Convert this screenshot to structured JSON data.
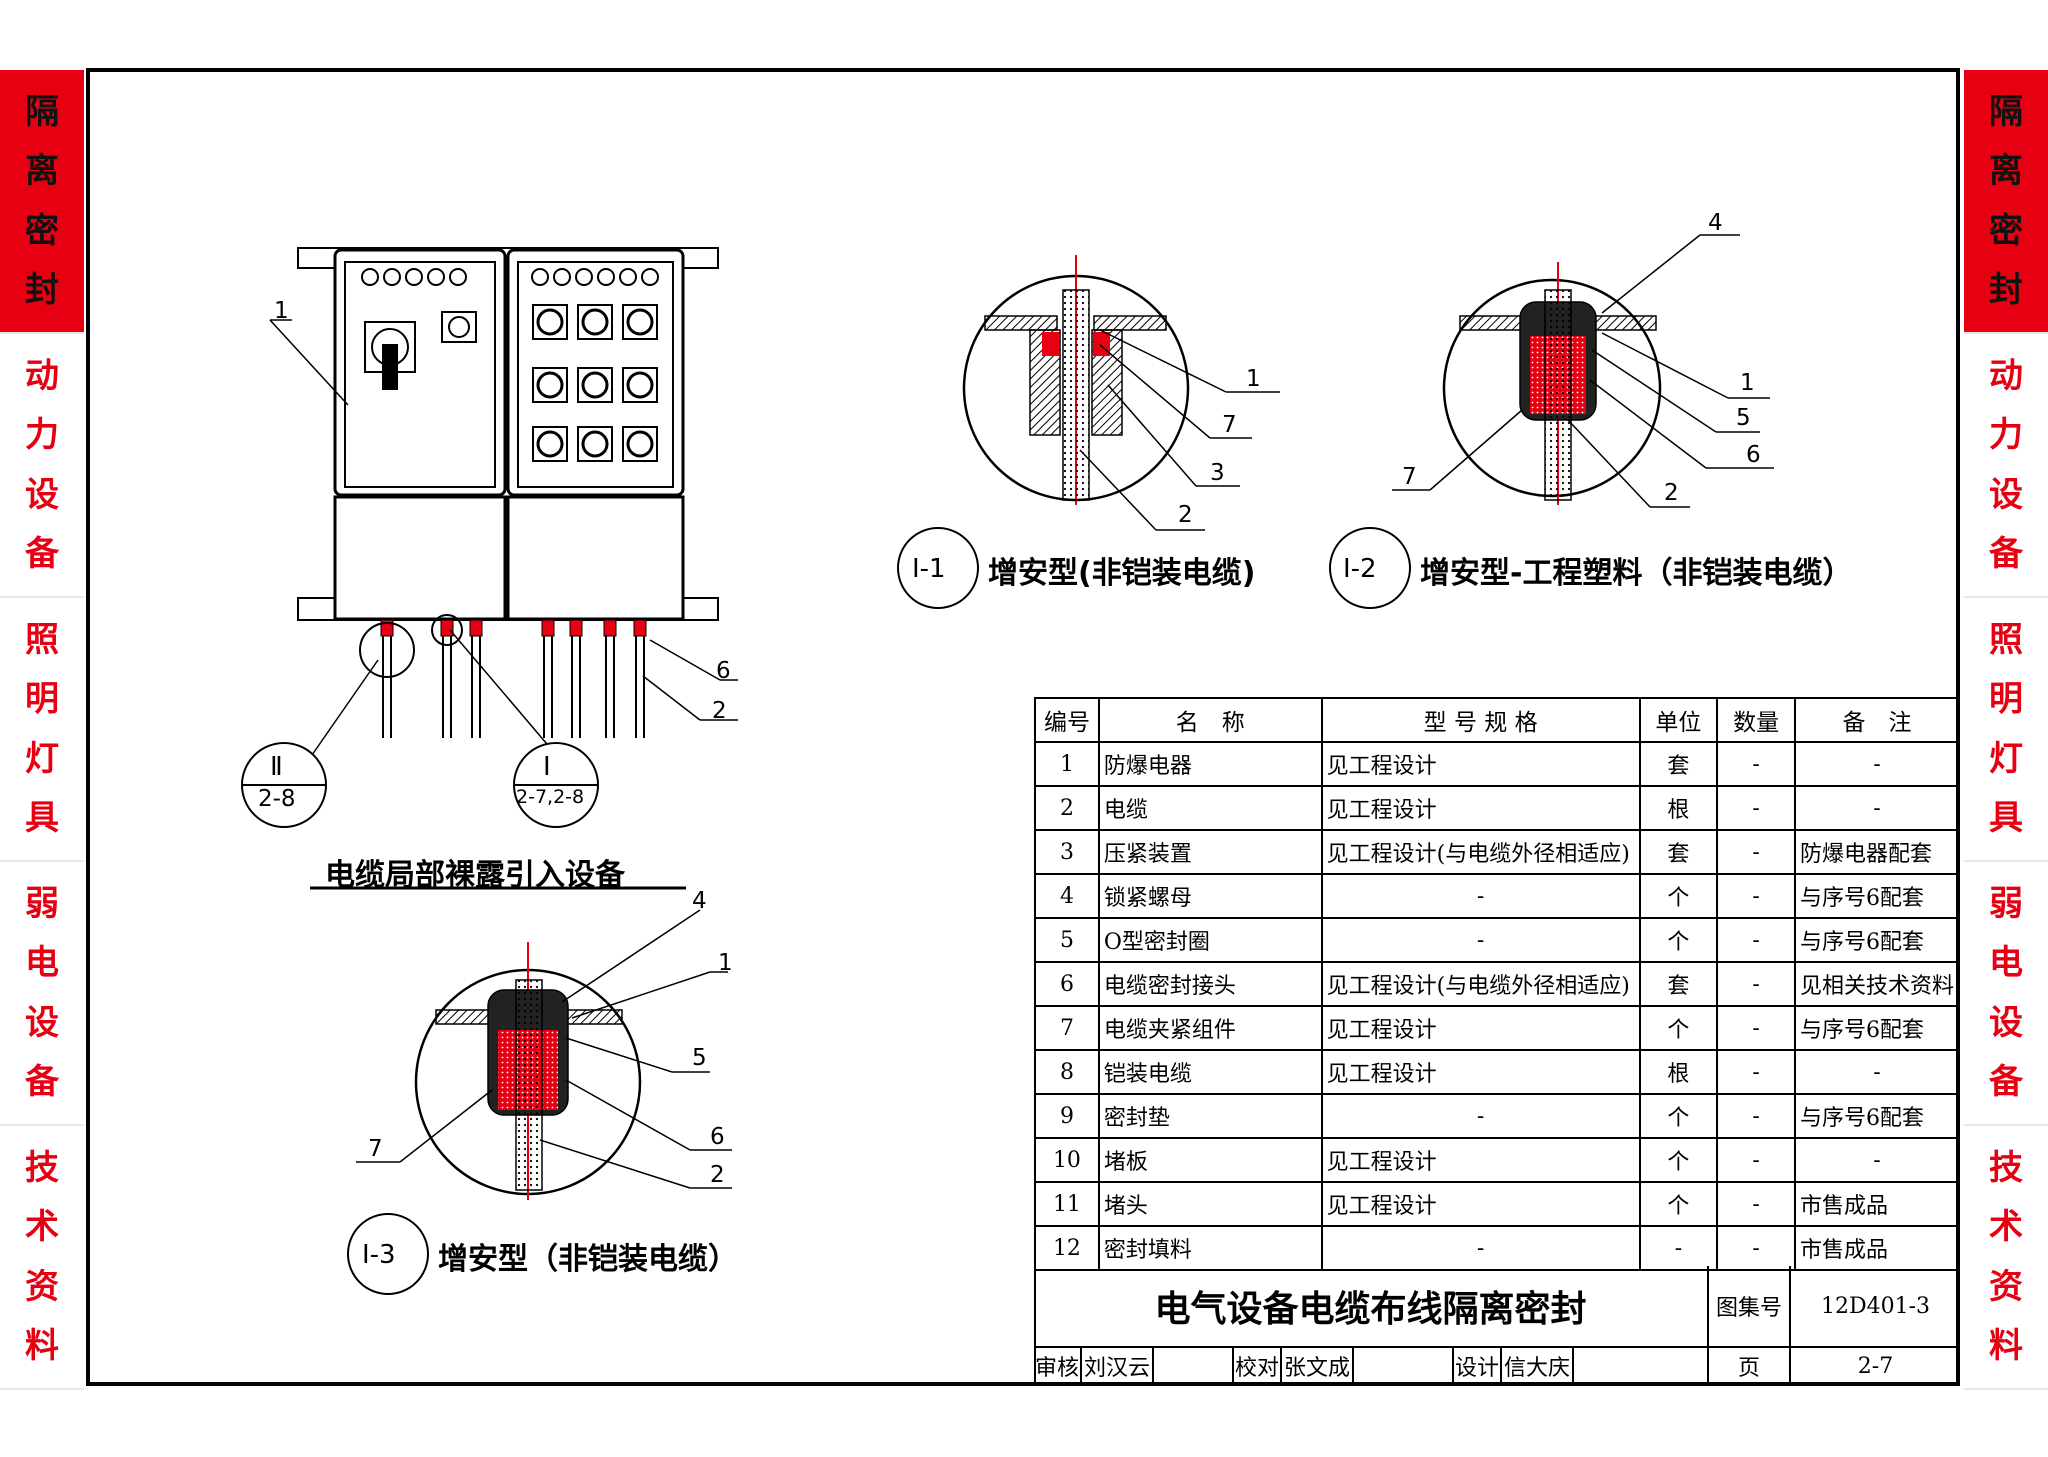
{
  "sidebar": {
    "sections": [
      {
        "chars": [
          "隔",
          "离",
          "密",
          "封"
        ],
        "active": true
      },
      {
        "chars": [
          "动",
          "力",
          "设",
          "备"
        ],
        "active": false
      },
      {
        "chars": [
          "照",
          "明",
          "灯",
          "具"
        ],
        "active": false
      },
      {
        "chars": [
          "弱",
          "电",
          "设",
          "备"
        ],
        "active": false
      },
      {
        "chars": [
          "技",
          "术",
          "资",
          "料"
        ],
        "active": false
      }
    ]
  },
  "figures": {
    "equipment_caption": "电缆局部裸露引入设备",
    "ref_a_top": "Ⅱ",
    "ref_a_bottom": "2-8",
    "ref_b_top": "Ⅰ",
    "ref_b_bottom": "2-7,2-8",
    "detail1_id": "Ⅰ-1",
    "detail1_title": "增安型(非铠装电缆)",
    "detail2_id": "Ⅰ-2",
    "detail2_title": "增安型-工程塑料（非铠装电缆）",
    "detail3_id": "Ⅰ-3",
    "detail3_title": "增安型（非铠装电缆）",
    "callouts": [
      "1",
      "2",
      "3",
      "4",
      "5",
      "6",
      "7"
    ]
  },
  "table": {
    "headers": [
      "编号",
      "名　称",
      "型 号 规 格",
      "单位",
      "数量",
      "备　注"
    ],
    "rows": [
      [
        "1",
        "防爆电器",
        "见工程设计",
        "套",
        "-",
        "-"
      ],
      [
        "2",
        "电缆",
        "见工程设计",
        "根",
        "-",
        "-"
      ],
      [
        "3",
        "压紧装置",
        "见工程设计(与电缆外径相适应)",
        "套",
        "-",
        "防爆电器配套"
      ],
      [
        "4",
        "锁紧螺母",
        "-",
        "个",
        "-",
        "与序号6配套"
      ],
      [
        "5",
        "O型密封圈",
        "-",
        "个",
        "-",
        "与序号6配套"
      ],
      [
        "6",
        "电缆密封接头",
        "见工程设计(与电缆外径相适应)",
        "套",
        "-",
        "见相关技术资料"
      ],
      [
        "7",
        "电缆夹紧组件",
        "见工程设计",
        "个",
        "-",
        "与序号6配套"
      ],
      [
        "8",
        "铠装电缆",
        "见工程设计",
        "根",
        "-",
        "-"
      ],
      [
        "9",
        "密封垫",
        "-",
        "个",
        "-",
        "与序号6配套"
      ],
      [
        "10",
        "堵板",
        "见工程设计",
        "个",
        "-",
        "-"
      ],
      [
        "11",
        "堵头",
        "见工程设计",
        "个",
        "-",
        "市售成品"
      ],
      [
        "12",
        "密封填料",
        "-",
        "-",
        "-",
        "市售成品"
      ]
    ]
  },
  "title_block": {
    "title": "电气设备电缆布线隔离密封",
    "atlas_label": "图集号",
    "atlas_no": "12D401-3",
    "page_label": "页",
    "page_no": "2-7",
    "review_label": "审核",
    "reviewer": "刘汉云",
    "check_label": "校对",
    "checker": "张文成",
    "design_label": "设计",
    "designer": "信大庆"
  },
  "colors": {
    "accent_red": "#e60012",
    "line": "#000000",
    "hatch": "#555555"
  }
}
